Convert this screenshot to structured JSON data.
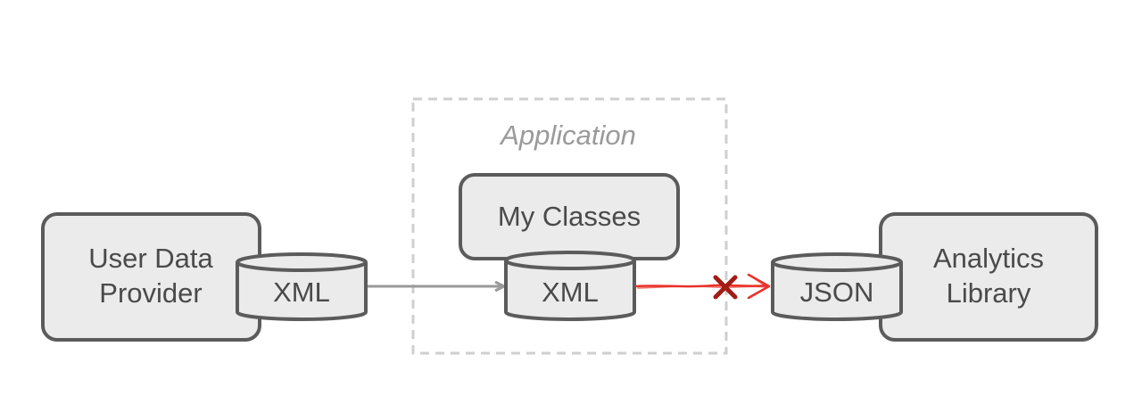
{
  "container": {
    "label": "Application"
  },
  "nodes": {
    "user_data_provider": {
      "line1": "User Data",
      "line2": "Provider"
    },
    "my_classes": {
      "label": "My Classes"
    },
    "analytics_library": {
      "line1": "Analytics",
      "line2": "Library"
    }
  },
  "data_stores": {
    "provider_format": "XML",
    "app_format": "XML",
    "library_format": "JSON"
  },
  "edges": [
    {
      "from": "provider_format",
      "to": "app_format",
      "status": "ok",
      "color": "#9a9a9a"
    },
    {
      "from": "app_format",
      "to": "library_format",
      "status": "incompatible",
      "color": "#e8322b",
      "marker_color": "#a01c15",
      "marker_icon": "x-mark-icon"
    }
  ],
  "colors": {
    "shape_fill": "#ebebeb",
    "shape_stroke": "#5b5b5b",
    "text": "#4a4a4a",
    "container_border": "#cfcfcf"
  }
}
